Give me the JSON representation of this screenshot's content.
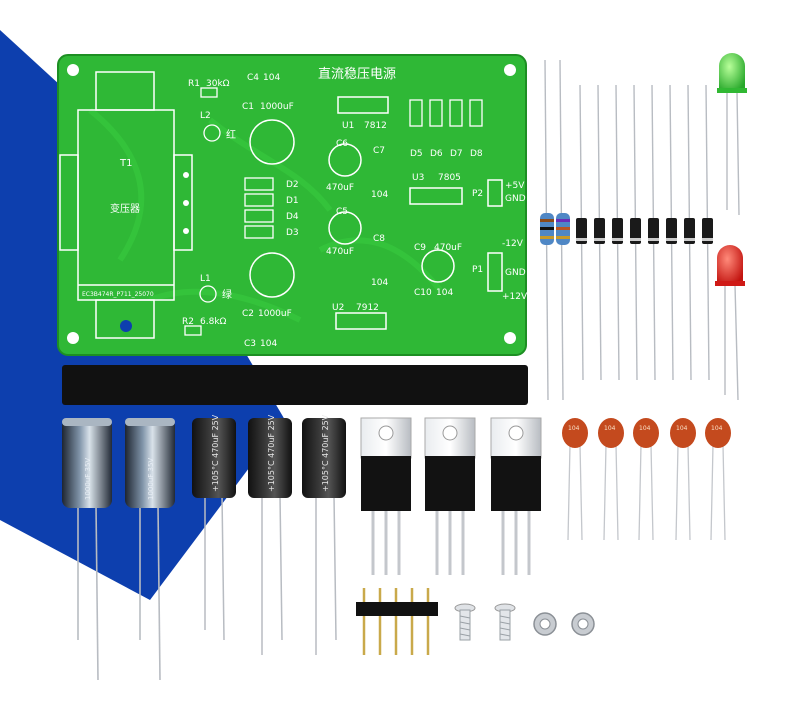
{
  "board": {
    "title": "直流稳压电源",
    "labels": {
      "r1": "R1",
      "r1_value": "30kΩ",
      "c4": "C4",
      "c4_value": "104",
      "l2": "L2",
      "l2_color": "红",
      "c1": "C1",
      "c1_value": "1000uF",
      "u1": "U1",
      "u1_part": "7812",
      "d5": "D5",
      "d6": "D6",
      "d7": "D7",
      "d8": "D8",
      "t1": "T1",
      "transformer": "变压器",
      "transformer_model": "EC3B474R_P711_25070",
      "c6": "C6",
      "c6_value": "470uF",
      "c7": "C7",
      "c7_value": "104",
      "u3": "U3",
      "u3_part": "7805",
      "p2": "P2",
      "p2_plus": "+5V",
      "p2_gnd": "GND",
      "d1": "D1",
      "d2": "D2",
      "d3": "D3",
      "d4": "D4",
      "c5": "C5",
      "c5_value": "470uF",
      "c8": "C8",
      "c8_value": "104",
      "c9": "C9",
      "c9_value": "470uF",
      "p1": "P1",
      "p1_minus": "-12V",
      "p1_gnd": "GND",
      "p1_plus": "+12V",
      "c10": "C10",
      "c10_value": "104",
      "l1": "L1",
      "l1_color": "绿",
      "r2": "R2",
      "r2_value": "6.8kΩ",
      "c2": "C2",
      "c2_value": "1000uF",
      "c3": "C3",
      "c3_value": "104",
      "u2": "U2",
      "u2_part": "7912"
    }
  },
  "parts": {
    "cap_large_marking": "1000uF 35V",
    "cap_small_marking": "+105°C 470uF 25V",
    "ceramic_marking": "104"
  },
  "colors": {
    "pcb": "#2fb836",
    "background_blue": "#0d3fae",
    "led_green": "#3fd23a",
    "led_red": "#e31c1c",
    "ceramic": "#c44a1e"
  }
}
